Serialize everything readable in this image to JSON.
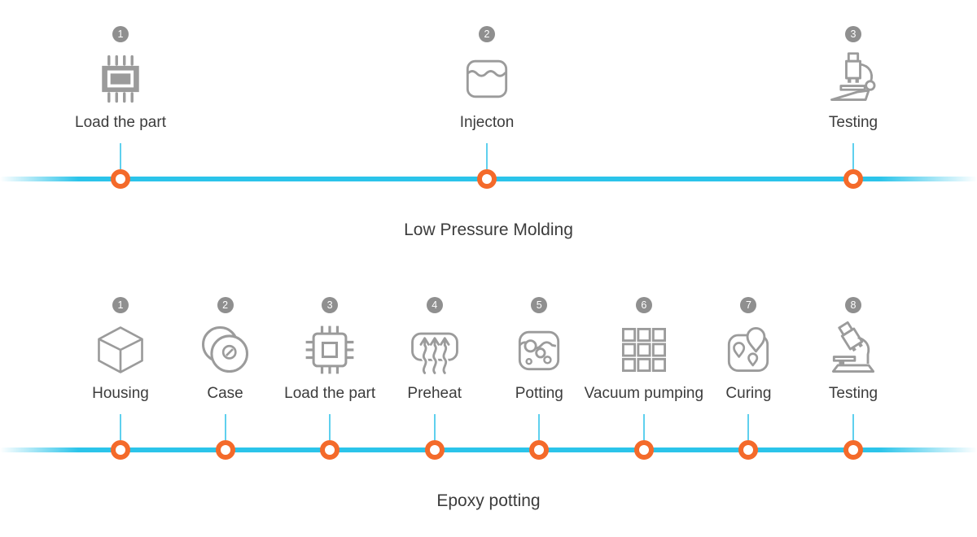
{
  "page": {
    "background": "#ffffff"
  },
  "colors": {
    "timeline": "#2bc4ea",
    "marker": "#f46a2a",
    "badge": "#8f8f8f",
    "icon": "#9b9b9b",
    "stem": "#5fd0ee",
    "text": "#3c3c3c"
  },
  "timelines": [
    {
      "id": "low-pressure-molding",
      "title": "Low Pressure Molding",
      "steps": [
        {
          "number": "1",
          "label": "Load the part",
          "icon": "chip-filled"
        },
        {
          "number": "2",
          "label": "Injecton",
          "icon": "liquid-container"
        },
        {
          "number": "3",
          "label": "Testing",
          "icon": "microscope"
        }
      ]
    },
    {
      "id": "epoxy-potting",
      "title": "Epoxy potting",
      "steps": [
        {
          "number": "1",
          "label": "Housing",
          "icon": "cube"
        },
        {
          "number": "2",
          "label": "Case",
          "icon": "rings"
        },
        {
          "number": "3",
          "label": "Load the part",
          "icon": "chip-outline"
        },
        {
          "number": "4",
          "label": "Preheat",
          "icon": "heat-arrows"
        },
        {
          "number": "5",
          "label": "Potting",
          "icon": "potting-container"
        },
        {
          "number": "6",
          "label": "Vacuum pumping",
          "icon": "grid"
        },
        {
          "number": "7",
          "label": "Curing",
          "icon": "map-pins"
        },
        {
          "number": "8",
          "label": "Testing",
          "icon": "microscope-tilted"
        }
      ]
    }
  ]
}
